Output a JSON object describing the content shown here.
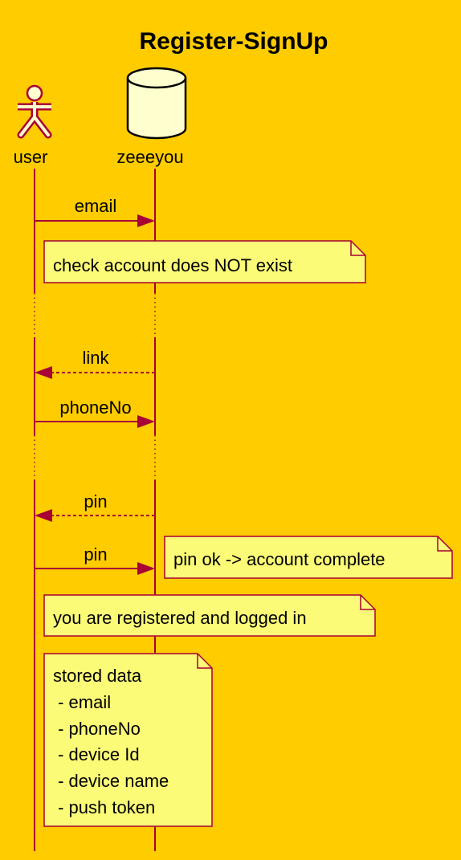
{
  "title": "Register-SignUp",
  "participants": {
    "user": {
      "label": "user",
      "kind": "actor"
    },
    "zeeeyou": {
      "label": "zeeeyou",
      "kind": "database"
    }
  },
  "messages": [
    {
      "label": "email",
      "from": "user",
      "to": "zeeeyou",
      "style": "solid"
    },
    {
      "label": "link",
      "from": "zeeeyou",
      "to": "user",
      "style": "dashed"
    },
    {
      "label": "phoneNo",
      "from": "user",
      "to": "zeeeyou",
      "style": "solid"
    },
    {
      "label": "pin",
      "from": "zeeeyou",
      "to": "user",
      "style": "dashed"
    },
    {
      "label": "pin",
      "from": "user",
      "to": "zeeeyou",
      "style": "solid"
    }
  ],
  "notes": [
    {
      "lines": [
        "check account does NOT exist"
      ]
    },
    {
      "lines": [
        "pin ok -> account complete"
      ]
    },
    {
      "lines": [
        "you are registered and logged in"
      ]
    },
    {
      "lines": [
        "stored data",
        " - email",
        " - phoneNo",
        " - device Id",
        " - device name",
        " - push token"
      ]
    }
  ],
  "colors": {
    "background": "#FFCC00",
    "line": "#A80036",
    "note_fill": "#FBFB77",
    "database_fill": "#FEFECE"
  }
}
